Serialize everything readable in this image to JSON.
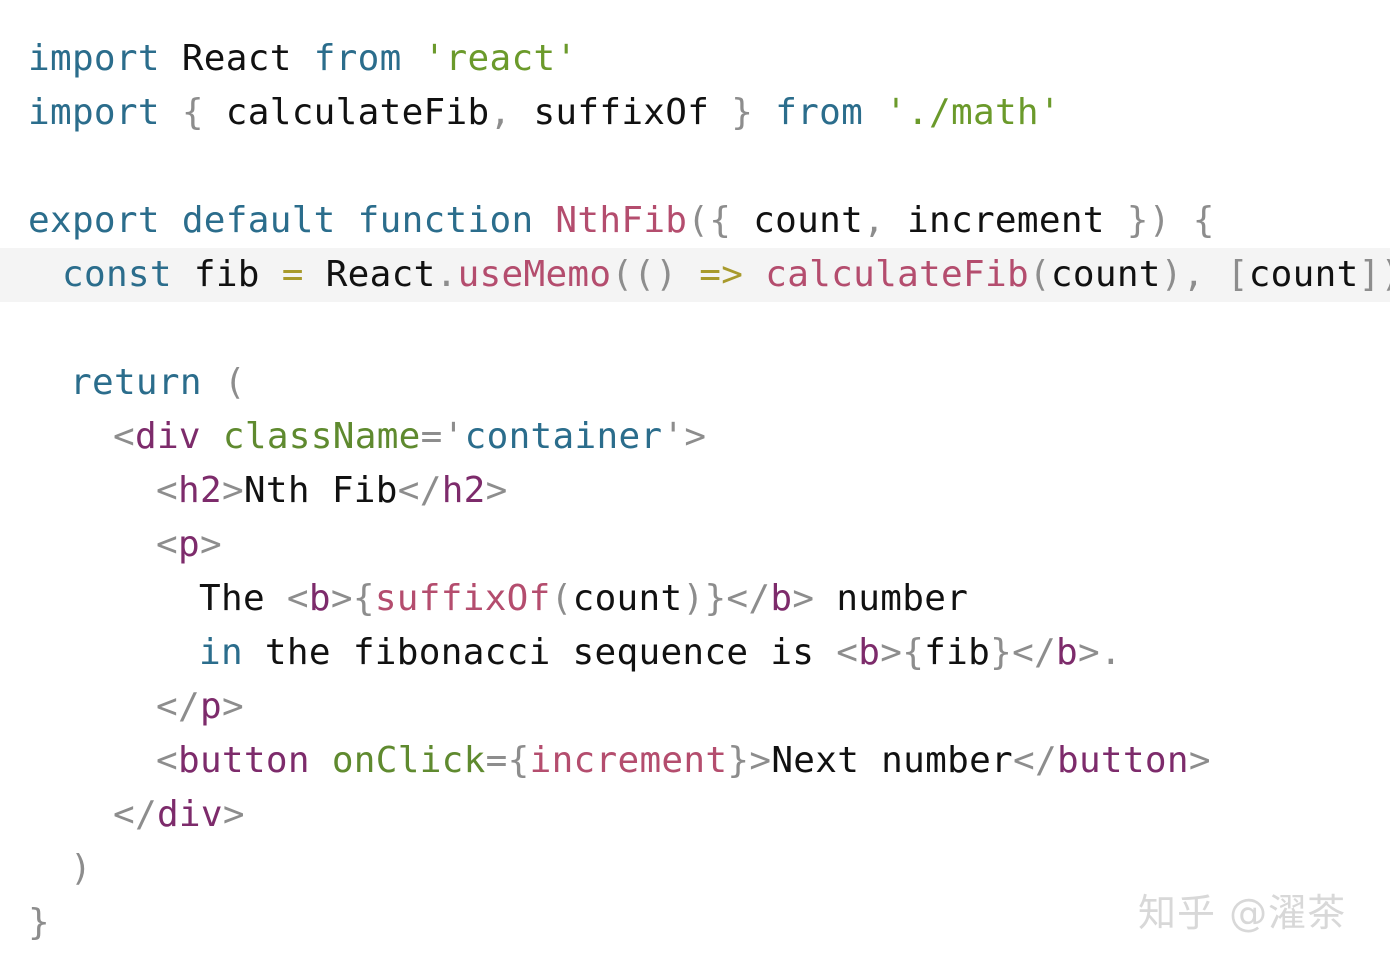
{
  "editor": {
    "lines": [
      {
        "indent": 0,
        "highlighted": false,
        "tokens": [
          {
            "t": "import",
            "c": "kw"
          },
          {
            "t": " ",
            "c": "id"
          },
          {
            "t": "React",
            "c": "id"
          },
          {
            "t": " ",
            "c": "id"
          },
          {
            "t": "from",
            "c": "kw"
          },
          {
            "t": " ",
            "c": "id"
          },
          {
            "t": "'react'",
            "c": "str"
          }
        ]
      },
      {
        "indent": 0,
        "highlighted": false,
        "tokens": [
          {
            "t": "import",
            "c": "kw"
          },
          {
            "t": " ",
            "c": "id"
          },
          {
            "t": "{",
            "c": "pun"
          },
          {
            "t": " calculateFib",
            "c": "id"
          },
          {
            "t": ",",
            "c": "pun"
          },
          {
            "t": " suffixOf ",
            "c": "id"
          },
          {
            "t": "}",
            "c": "pun"
          },
          {
            "t": " ",
            "c": "id"
          },
          {
            "t": "from",
            "c": "kw"
          },
          {
            "t": " ",
            "c": "id"
          },
          {
            "t": "'./math'",
            "c": "str"
          }
        ]
      },
      {
        "indent": 0,
        "highlighted": false,
        "tokens": []
      },
      {
        "indent": 0,
        "highlighted": false,
        "tokens": [
          {
            "t": "export",
            "c": "kw"
          },
          {
            "t": " ",
            "c": "id"
          },
          {
            "t": "default",
            "c": "kw"
          },
          {
            "t": " ",
            "c": "id"
          },
          {
            "t": "function",
            "c": "kw"
          },
          {
            "t": " ",
            "c": "id"
          },
          {
            "t": "NthFib",
            "c": "fn"
          },
          {
            "t": "({",
            "c": "pun"
          },
          {
            "t": " count",
            "c": "id"
          },
          {
            "t": ",",
            "c": "pun"
          },
          {
            "t": " increment ",
            "c": "id"
          },
          {
            "t": "})",
            "c": "pun"
          },
          {
            "t": " ",
            "c": "id"
          },
          {
            "t": "{",
            "c": "pun"
          }
        ]
      },
      {
        "indent": 1,
        "highlighted": true,
        "tokens": [
          {
            "t": "const",
            "c": "kw"
          },
          {
            "t": " fib ",
            "c": "id"
          },
          {
            "t": "=",
            "c": "op"
          },
          {
            "t": " React",
            "c": "id"
          },
          {
            "t": ".",
            "c": "pun"
          },
          {
            "t": "useMemo",
            "c": "fn"
          },
          {
            "t": "(()",
            "c": "pun"
          },
          {
            "t": " ",
            "c": "id"
          },
          {
            "t": "=>",
            "c": "op"
          },
          {
            "t": " ",
            "c": "id"
          },
          {
            "t": "calculateFib",
            "c": "fn"
          },
          {
            "t": "(",
            "c": "pun"
          },
          {
            "t": "count",
            "c": "id"
          },
          {
            "t": "),",
            "c": "pun"
          },
          {
            "t": " ",
            "c": "id"
          },
          {
            "t": "[",
            "c": "pun"
          },
          {
            "t": "count",
            "c": "id"
          },
          {
            "t": "])",
            "c": "pun"
          }
        ]
      },
      {
        "indent": 0,
        "highlighted": false,
        "tokens": []
      },
      {
        "indent": 2,
        "highlighted": false,
        "tokens": [
          {
            "t": "return",
            "c": "kw"
          },
          {
            "t": " ",
            "c": "id"
          },
          {
            "t": "(",
            "c": "pun"
          }
        ]
      },
      {
        "indent": 3,
        "highlighted": false,
        "tokens": [
          {
            "t": "<",
            "c": "pun"
          },
          {
            "t": "div",
            "c": "tag"
          },
          {
            "t": " ",
            "c": "id"
          },
          {
            "t": "className",
            "c": "attr"
          },
          {
            "t": "=",
            "c": "pun"
          },
          {
            "t": "'",
            "c": "pun"
          },
          {
            "t": "container",
            "c": "attrstr"
          },
          {
            "t": "'>",
            "c": "pun"
          }
        ]
      },
      {
        "indent": 4,
        "highlighted": false,
        "tokens": [
          {
            "t": "<",
            "c": "pun"
          },
          {
            "t": "h2",
            "c": "tag"
          },
          {
            "t": ">",
            "c": "pun"
          },
          {
            "t": "Nth Fib",
            "c": "id"
          },
          {
            "t": "</",
            "c": "pun"
          },
          {
            "t": "h2",
            "c": "tag"
          },
          {
            "t": ">",
            "c": "pun"
          }
        ]
      },
      {
        "indent": 4,
        "highlighted": false,
        "tokens": [
          {
            "t": "<",
            "c": "pun"
          },
          {
            "t": "p",
            "c": "tag"
          },
          {
            "t": ">",
            "c": "pun"
          }
        ]
      },
      {
        "indent": 5,
        "highlighted": false,
        "tokens": [
          {
            "t": "The ",
            "c": "id"
          },
          {
            "t": "<",
            "c": "pun"
          },
          {
            "t": "b",
            "c": "tag"
          },
          {
            "t": ">{",
            "c": "pun"
          },
          {
            "t": "suffixOf",
            "c": "fn"
          },
          {
            "t": "(",
            "c": "pun"
          },
          {
            "t": "count",
            "c": "id"
          },
          {
            "t": ")}</",
            "c": "pun"
          },
          {
            "t": "b",
            "c": "tag"
          },
          {
            "t": ">",
            "c": "pun"
          },
          {
            "t": " number",
            "c": "id"
          }
        ]
      },
      {
        "indent": 5,
        "highlighted": false,
        "tokens": [
          {
            "t": "in",
            "c": "kw"
          },
          {
            "t": " the fibonacci sequence is ",
            "c": "id"
          },
          {
            "t": "<",
            "c": "pun"
          },
          {
            "t": "b",
            "c": "tag"
          },
          {
            "t": ">{",
            "c": "pun"
          },
          {
            "t": "fib",
            "c": "id"
          },
          {
            "t": "}</",
            "c": "pun"
          },
          {
            "t": "b",
            "c": "tag"
          },
          {
            "t": ">.",
            "c": "pun"
          }
        ]
      },
      {
        "indent": 4,
        "highlighted": false,
        "tokens": [
          {
            "t": "</",
            "c": "pun"
          },
          {
            "t": "p",
            "c": "tag"
          },
          {
            "t": ">",
            "c": "pun"
          }
        ]
      },
      {
        "indent": 4,
        "highlighted": false,
        "tokens": [
          {
            "t": "<",
            "c": "pun"
          },
          {
            "t": "button",
            "c": "tag"
          },
          {
            "t": " ",
            "c": "id"
          },
          {
            "t": "onClick",
            "c": "attr"
          },
          {
            "t": "={",
            "c": "pun"
          },
          {
            "t": "increment",
            "c": "fn"
          },
          {
            "t": "}>",
            "c": "pun"
          },
          {
            "t": "Next number",
            "c": "id"
          },
          {
            "t": "</",
            "c": "pun"
          },
          {
            "t": "button",
            "c": "tag"
          },
          {
            "t": ">",
            "c": "pun"
          }
        ]
      },
      {
        "indent": 3,
        "highlighted": false,
        "tokens": [
          {
            "t": "</",
            "c": "pun"
          },
          {
            "t": "div",
            "c": "tag"
          },
          {
            "t": ">",
            "c": "pun"
          }
        ]
      },
      {
        "indent": 2,
        "highlighted": false,
        "tokens": [
          {
            "t": ")",
            "c": "pun"
          }
        ]
      },
      {
        "indent": 0,
        "highlighted": false,
        "tokens": [
          {
            "t": "}",
            "c": "pun"
          }
        ]
      }
    ]
  },
  "watermark": {
    "text": "知乎 @濯茶"
  }
}
